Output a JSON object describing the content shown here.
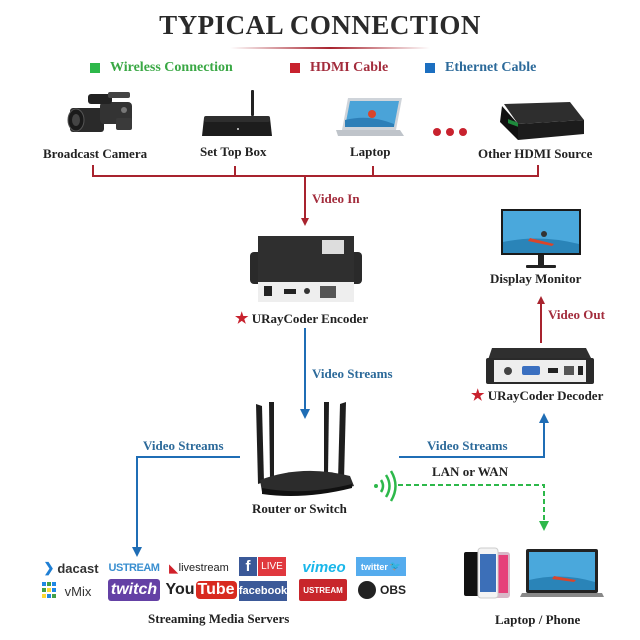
{
  "title": "TYPICAL CONNECTION",
  "legend": [
    {
      "label": "Wireless Connection",
      "color": "#2db84a"
    },
    {
      "label": "HDMI Cable",
      "color": "#c8222e"
    },
    {
      "label": "Ethernet Cable",
      "color": "#1c6fc0"
    }
  ],
  "sources": [
    {
      "label": "Broadcast Camera",
      "icon": "video-camera-icon"
    },
    {
      "label": "Set Top Box",
      "icon": "set-top-box-icon"
    },
    {
      "label": "Laptop",
      "icon": "laptop-icon"
    },
    {
      "label": "Other HDMI Source",
      "icon": "hdmi-source-box-icon"
    }
  ],
  "ellipsis_icon": "more-dots-icon",
  "connections": {
    "video_in": "Video In",
    "video_streams_down": "Video Streams",
    "video_streams_left": "Video Streams",
    "video_streams_right": "Video Streams",
    "lan_or_wan": "LAN or WAN",
    "video_out": "Video Out"
  },
  "devices": {
    "encoder": {
      "label": "URayCoder Encoder",
      "star": "★"
    },
    "decoder": {
      "label": "URayCoder Decoder",
      "star": "★"
    },
    "display": {
      "label": "Display Monitor"
    },
    "router": {
      "label": "Router or Switch"
    },
    "clients": {
      "label": "Laptop / Phone"
    }
  },
  "streaming": {
    "label": "Streaming Media Servers",
    "logos_row1": [
      "dacast",
      "USTREAM",
      "livestream",
      "LIVE",
      "vimeo",
      "twitter"
    ],
    "logos_row2": [
      "vMix",
      "twitch",
      "YouTube",
      "facebook",
      "USTREAM",
      "OBS"
    ],
    "facebook_live_f": "f"
  },
  "colors": {
    "hdmi": "#a8232e",
    "ethernet": "#1f6db5",
    "wireless": "#2db84a"
  }
}
